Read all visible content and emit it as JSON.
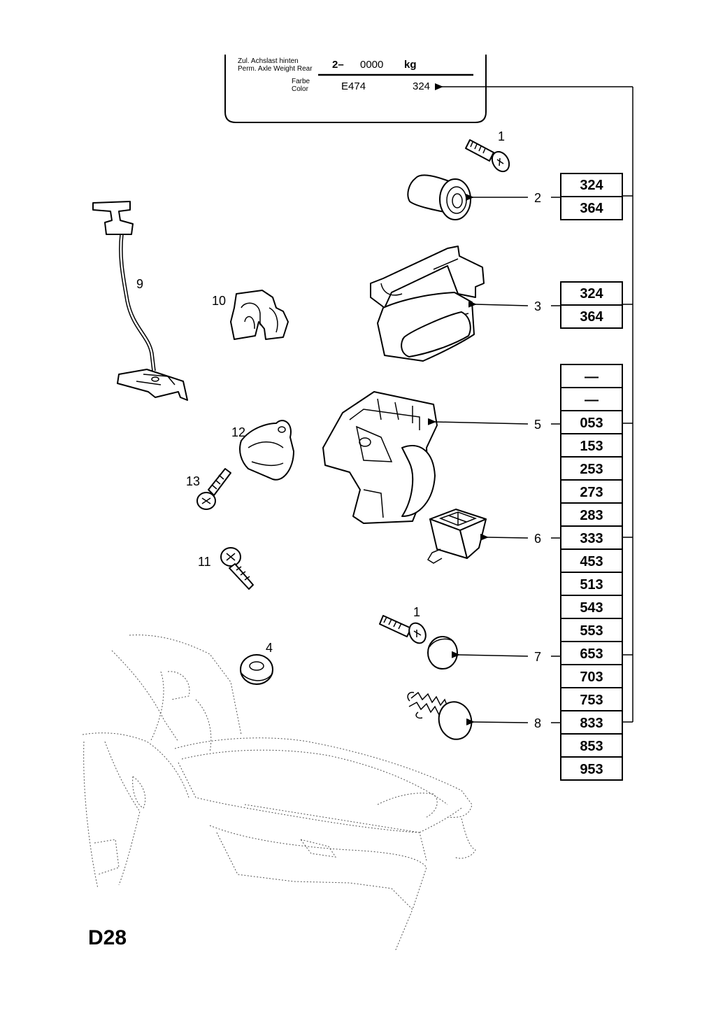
{
  "plate": {
    "axle_label_de": "Zul. Achslast hinten",
    "axle_label_en": "Perm. Axle Weight Rear",
    "axle_prefix": "2–",
    "axle_value": "0000",
    "axle_unit": "kg",
    "color_label_de": "Farbe",
    "color_label_en": "Color",
    "color_code": "E474",
    "color_number": "324"
  },
  "callouts": {
    "c1a": "1",
    "c1b": "1",
    "c2": "2",
    "c3": "3",
    "c4": "4",
    "c5": "5",
    "c6": "6",
    "c7": "7",
    "c8": "8",
    "c9": "9",
    "c10": "10",
    "c11": "11",
    "c12": "12",
    "c13": "13"
  },
  "codes_group_2": [
    "324",
    "364"
  ],
  "codes_group_3": [
    "324",
    "364"
  ],
  "codes_list": [
    "—",
    "—",
    "053",
    "153",
    "253",
    "273",
    "283",
    "333",
    "453",
    "513",
    "543",
    "553",
    "653",
    "703",
    "753",
    "833",
    "853",
    "953"
  ],
  "page_label": "D28"
}
